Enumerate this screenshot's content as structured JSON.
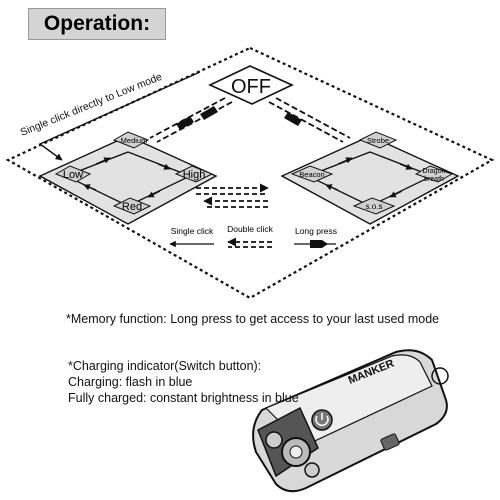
{
  "title": "Operation:",
  "diagram": {
    "off_label": "OFF",
    "single_click_note": "Single click directly to Low mode",
    "left_modes": {
      "top": "Medium",
      "left": "Low",
      "right": "High",
      "bottom": "Red"
    },
    "right_modes": {
      "top": "Strobe",
      "left": "Beacon",
      "right_line1": "Dragon",
      "right_line2": "breath",
      "bottom": "s.o.s"
    }
  },
  "legend": {
    "single": "Single click",
    "double": "Double click",
    "long": "Long press"
  },
  "memory_note": "*Memory function: Long press to get access to your last used mode",
  "charging": {
    "heading": "*Charging indicator(Switch button):",
    "line1": "Charging: flash in blue",
    "line2": "Fully charged: constant brightness in blue"
  },
  "device": {
    "brand": "MANKER"
  }
}
